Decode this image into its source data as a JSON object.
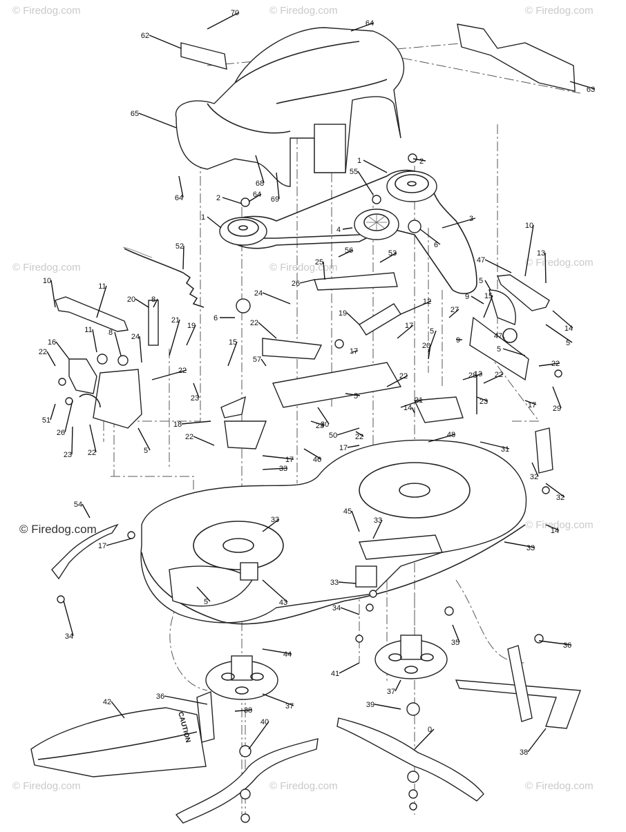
{
  "watermark": {
    "text": "© Firedog.com",
    "prominent_text": "© Firedog.com"
  },
  "caution_text": "CAUTION",
  "callouts": [
    "70",
    "64",
    "62",
    "63",
    "65",
    "68",
    "69",
    "64",
    "1",
    "2",
    "55",
    "64",
    "2",
    "4",
    "3",
    "6",
    "1",
    "56",
    "53",
    "52",
    "10",
    "13",
    "47",
    "5",
    "25",
    "26",
    "6",
    "24",
    "11",
    "12",
    "8",
    "10",
    "9",
    "14",
    "11",
    "5",
    "8",
    "20",
    "21",
    "19",
    "27",
    "24",
    "22",
    "19",
    "15",
    "9",
    "16",
    "15",
    "47",
    "22",
    "20",
    "17",
    "5",
    "57",
    "5",
    "17",
    "22",
    "21",
    "5",
    "22",
    "22",
    "22",
    "13",
    "23",
    "23",
    "28",
    "51",
    "18",
    "14",
    "30",
    "29",
    "17",
    "26",
    "5",
    "22",
    "23",
    "50",
    "23",
    "22",
    "48",
    "22",
    "17",
    "31",
    "32",
    "17",
    "46",
    "33",
    "32",
    "54",
    "33",
    "45",
    "17",
    "33",
    "33",
    "5",
    "14",
    "33",
    "34",
    "43",
    "34",
    "44",
    "41",
    "35",
    "36",
    "36",
    "37",
    "37",
    "42",
    "38",
    "38",
    "40",
    "39",
    "0"
  ],
  "color": {
    "line": "#222222",
    "watermark": "#c9c9c9"
  }
}
